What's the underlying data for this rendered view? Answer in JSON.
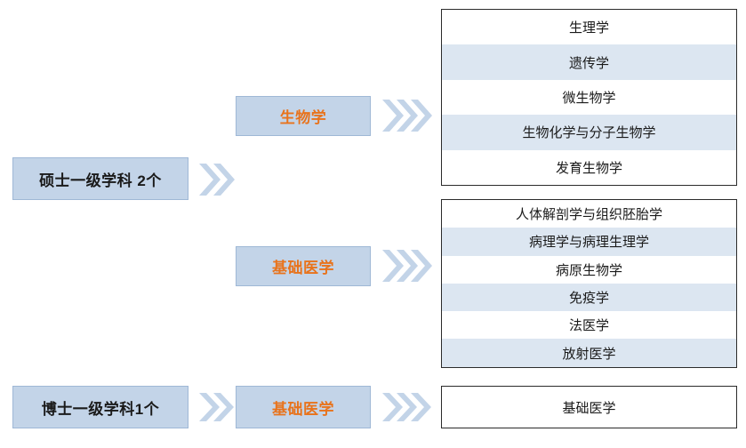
{
  "diagram": {
    "type": "hierarchy-flow",
    "roots": [
      {
        "id": "master",
        "label": "硕士一级学科 2个"
      },
      {
        "id": "doctor",
        "label": "博士一级学科1个"
      }
    ],
    "middle": [
      {
        "id": "biology",
        "label": "生物学"
      },
      {
        "id": "basic-medicine",
        "label": "基础医学"
      },
      {
        "id": "basic-medicine-doctor",
        "label": "基础医学"
      }
    ],
    "panels": {
      "biology": {
        "items": [
          "生理学",
          "遗传学",
          "微生物学",
          "生物化学与分子生物学",
          "发育生物学"
        ]
      },
      "basic_medicine": {
        "items": [
          "人体解剖学与组织胚胎学",
          "病理学与病理生理学",
          "病原生物学",
          "免疫学",
          "法医学",
          "放射医学"
        ]
      },
      "doctor": {
        "items": [
          "基础医学"
        ]
      }
    },
    "colors": {
      "box_fill": "#c3d4e8",
      "box_border": "#9fb8d6",
      "chevron": "#c3d4e8",
      "row_alt": "#dce6f1",
      "panel_border": "#2b2b2b",
      "orange_text": "#e8731c",
      "dark_blue_text": "#1f3864"
    }
  }
}
